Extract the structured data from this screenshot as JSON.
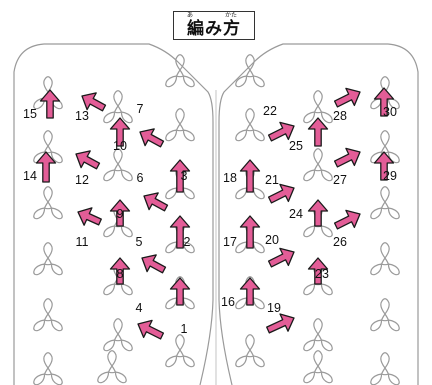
{
  "title": {
    "text": "編み方",
    "ruby_a": "あ",
    "ruby_kata": "かた"
  },
  "colors": {
    "arrow": "#e35d97",
    "arrow_outline": "#1a1a1a",
    "outline": "#9a9a9a"
  },
  "icons": {
    "motif": "three-lobed-knot-icon",
    "arrow": "arrow-icon"
  },
  "steps": [
    "1",
    "2",
    "3",
    "4",
    "5",
    "6",
    "7",
    "8",
    "9",
    "10",
    "11",
    "12",
    "13",
    "14",
    "15",
    "16",
    "17",
    "18",
    "19",
    "20",
    "21",
    "22",
    "23",
    "24",
    "25",
    "26",
    "27",
    "28",
    "29",
    "30"
  ]
}
